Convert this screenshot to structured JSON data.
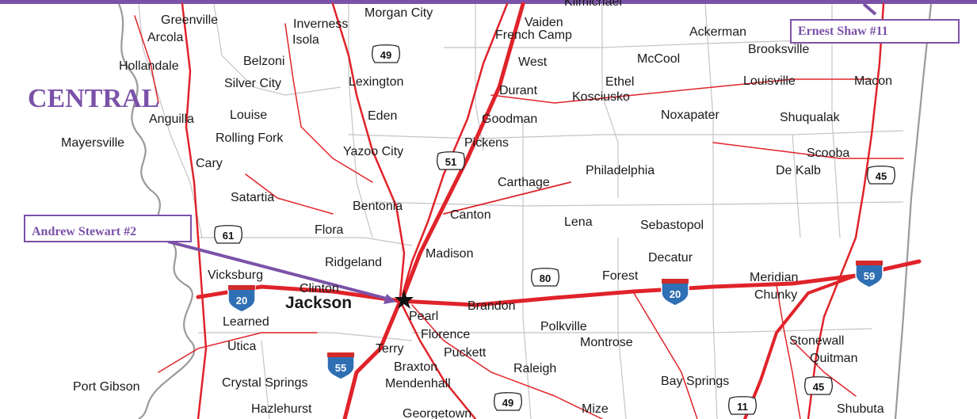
{
  "region_label": "CENTRAL",
  "callouts": [
    {
      "id": "ernest",
      "text": "Ernest Shaw #11"
    },
    {
      "id": "andrew",
      "text": "Andrew Stewart #2"
    }
  ],
  "towns": [
    {
      "name": "Kilmichael"
    },
    {
      "name": "Greenville"
    },
    {
      "name": "Morgan City"
    },
    {
      "name": "Vaiden"
    },
    {
      "name": "Inverness"
    },
    {
      "name": "French Camp"
    },
    {
      "name": "Ackerman"
    },
    {
      "name": "Arcola"
    },
    {
      "name": "Isola"
    },
    {
      "name": "Brooksville"
    },
    {
      "name": "Hollandale"
    },
    {
      "name": "Belzoni"
    },
    {
      "name": "West"
    },
    {
      "name": "McCool"
    },
    {
      "name": "Silver City"
    },
    {
      "name": "Lexington"
    },
    {
      "name": "Ethel"
    },
    {
      "name": "Louisville"
    },
    {
      "name": "Macon"
    },
    {
      "name": "Durant"
    },
    {
      "name": "Kosciusko"
    },
    {
      "name": "Anguilla"
    },
    {
      "name": "Louise"
    },
    {
      "name": "Eden"
    },
    {
      "name": "Goodman"
    },
    {
      "name": "Noxapater"
    },
    {
      "name": "Shuqualak"
    },
    {
      "name": "Mayersville"
    },
    {
      "name": "Rolling Fork"
    },
    {
      "name": "Pickens"
    },
    {
      "name": "Yazoo City"
    },
    {
      "name": "Scooba"
    },
    {
      "name": "Cary"
    },
    {
      "name": "Philadelphia"
    },
    {
      "name": "De Kalb"
    },
    {
      "name": "Carthage"
    },
    {
      "name": "Satartia"
    },
    {
      "name": "Bentonia"
    },
    {
      "name": "Canton"
    },
    {
      "name": "Lena"
    },
    {
      "name": "Sebastopol"
    },
    {
      "name": "Flora"
    },
    {
      "name": "Madison"
    },
    {
      "name": "Decatur"
    },
    {
      "name": "Ridgeland"
    },
    {
      "name": "Vicksburg"
    },
    {
      "name": "Clinton"
    },
    {
      "name": "Forest"
    },
    {
      "name": "Meridian"
    },
    {
      "name": "Jackson"
    },
    {
      "name": "Brandon"
    },
    {
      "name": "Chunky"
    },
    {
      "name": "Pearl"
    },
    {
      "name": "Learned"
    },
    {
      "name": "Polkville"
    },
    {
      "name": "Florence"
    },
    {
      "name": "Montrose"
    },
    {
      "name": "Stonewall"
    },
    {
      "name": "Utica"
    },
    {
      "name": "Terry"
    },
    {
      "name": "Puckett"
    },
    {
      "name": "Quitman"
    },
    {
      "name": "Braxton"
    },
    {
      "name": "Raleigh"
    },
    {
      "name": "Port Gibson"
    },
    {
      "name": "Crystal Springs"
    },
    {
      "name": "Mendenhall"
    },
    {
      "name": "Bay Springs"
    },
    {
      "name": "Hazlehurst"
    },
    {
      "name": "Georgetown"
    },
    {
      "name": "Mize"
    },
    {
      "name": "Shubuta"
    }
  ],
  "shields": [
    {
      "type": "us",
      "num": "49"
    },
    {
      "type": "us",
      "num": "51"
    },
    {
      "type": "us",
      "num": "61"
    },
    {
      "type": "us",
      "num": "80"
    },
    {
      "type": "us",
      "num": "45"
    },
    {
      "type": "us",
      "num": "45"
    },
    {
      "type": "us",
      "num": "49"
    },
    {
      "type": "us",
      "num": "11"
    },
    {
      "type": "interstate",
      "num": "20"
    },
    {
      "type": "interstate",
      "num": "20"
    },
    {
      "type": "interstate",
      "num": "55"
    },
    {
      "type": "interstate",
      "num": "59"
    }
  ],
  "colors": {
    "road": "#e0232a",
    "county": "#bdbdbd",
    "callout": "#7b52a8",
    "interstate": "#2f6fb3"
  }
}
